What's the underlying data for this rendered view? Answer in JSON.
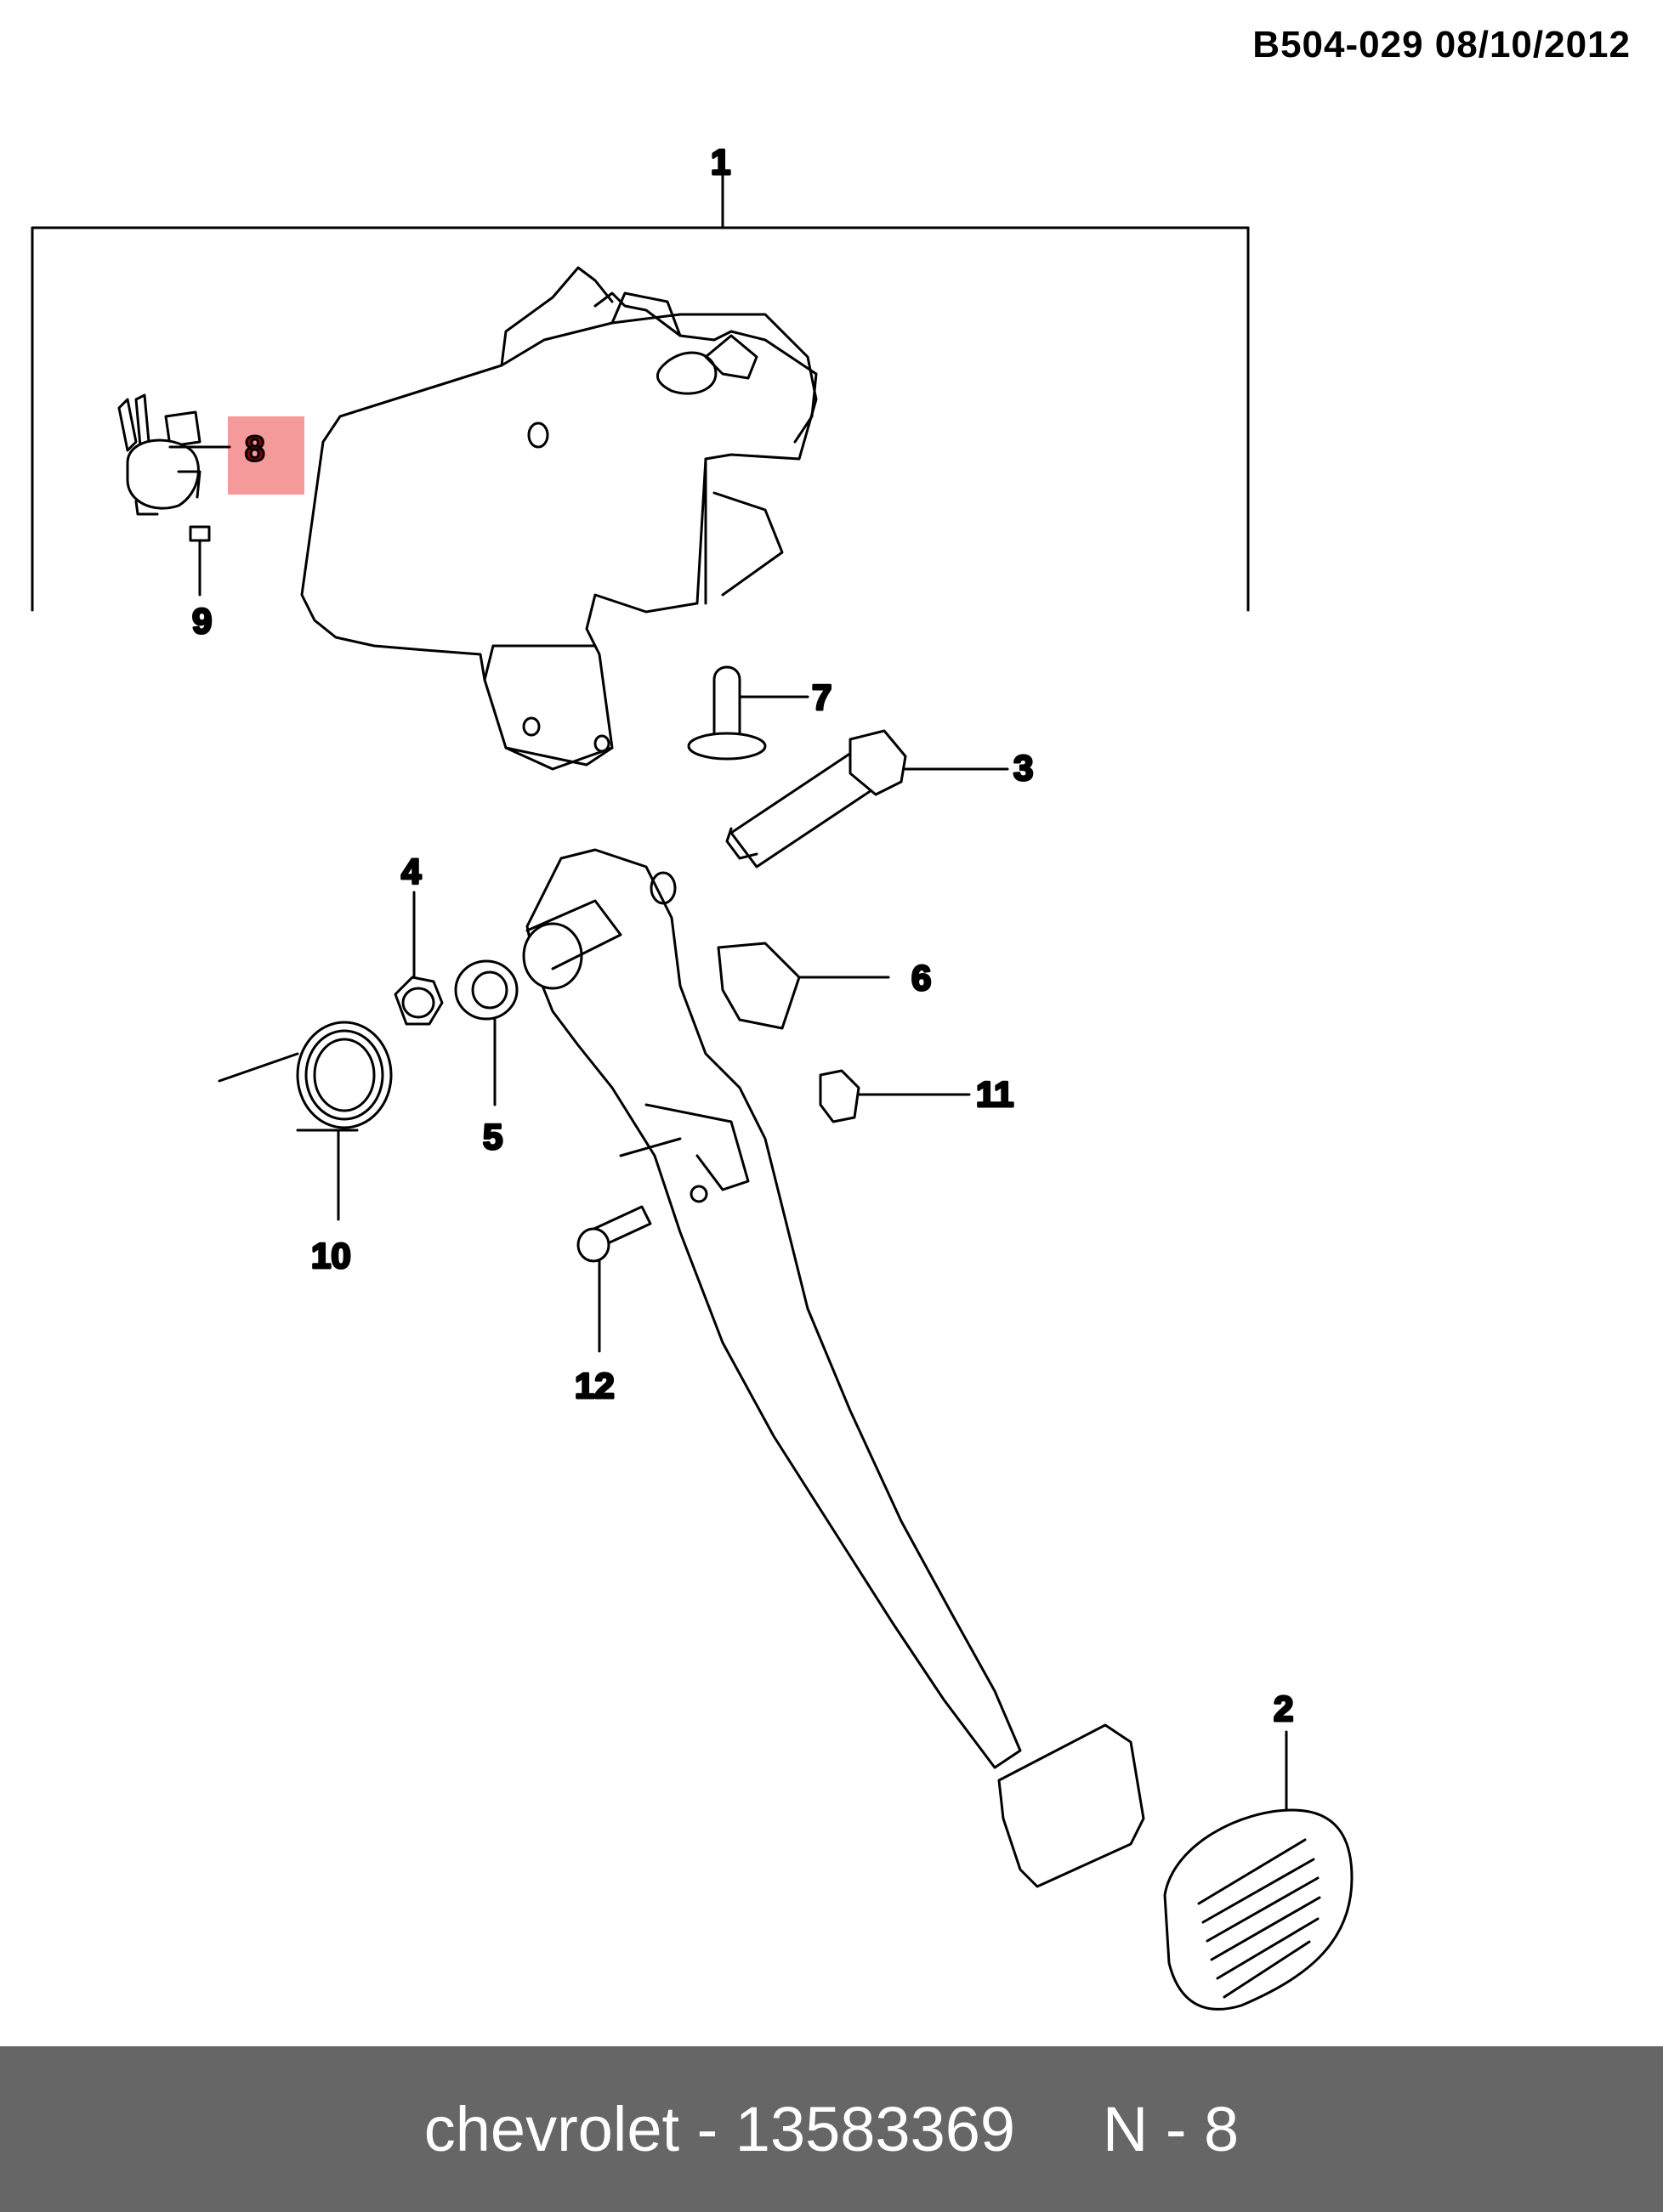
{
  "document": {
    "id_date": "B504-029  08/10/2012"
  },
  "callouts": {
    "p1": "1",
    "p2": "2",
    "p3": "3",
    "p4": "4",
    "p5": "5",
    "p6": "6",
    "p7": "7",
    "p8": "8",
    "p9": "9",
    "p10": "10",
    "p11": "11",
    "p12": "12"
  },
  "highlight": {
    "part": "8",
    "color": "#f59a9a"
  },
  "footer": {
    "brand": "chevrolet",
    "separator": " - ",
    "part_number": "13583369",
    "gap": "     ",
    "ref": "N - 8"
  }
}
